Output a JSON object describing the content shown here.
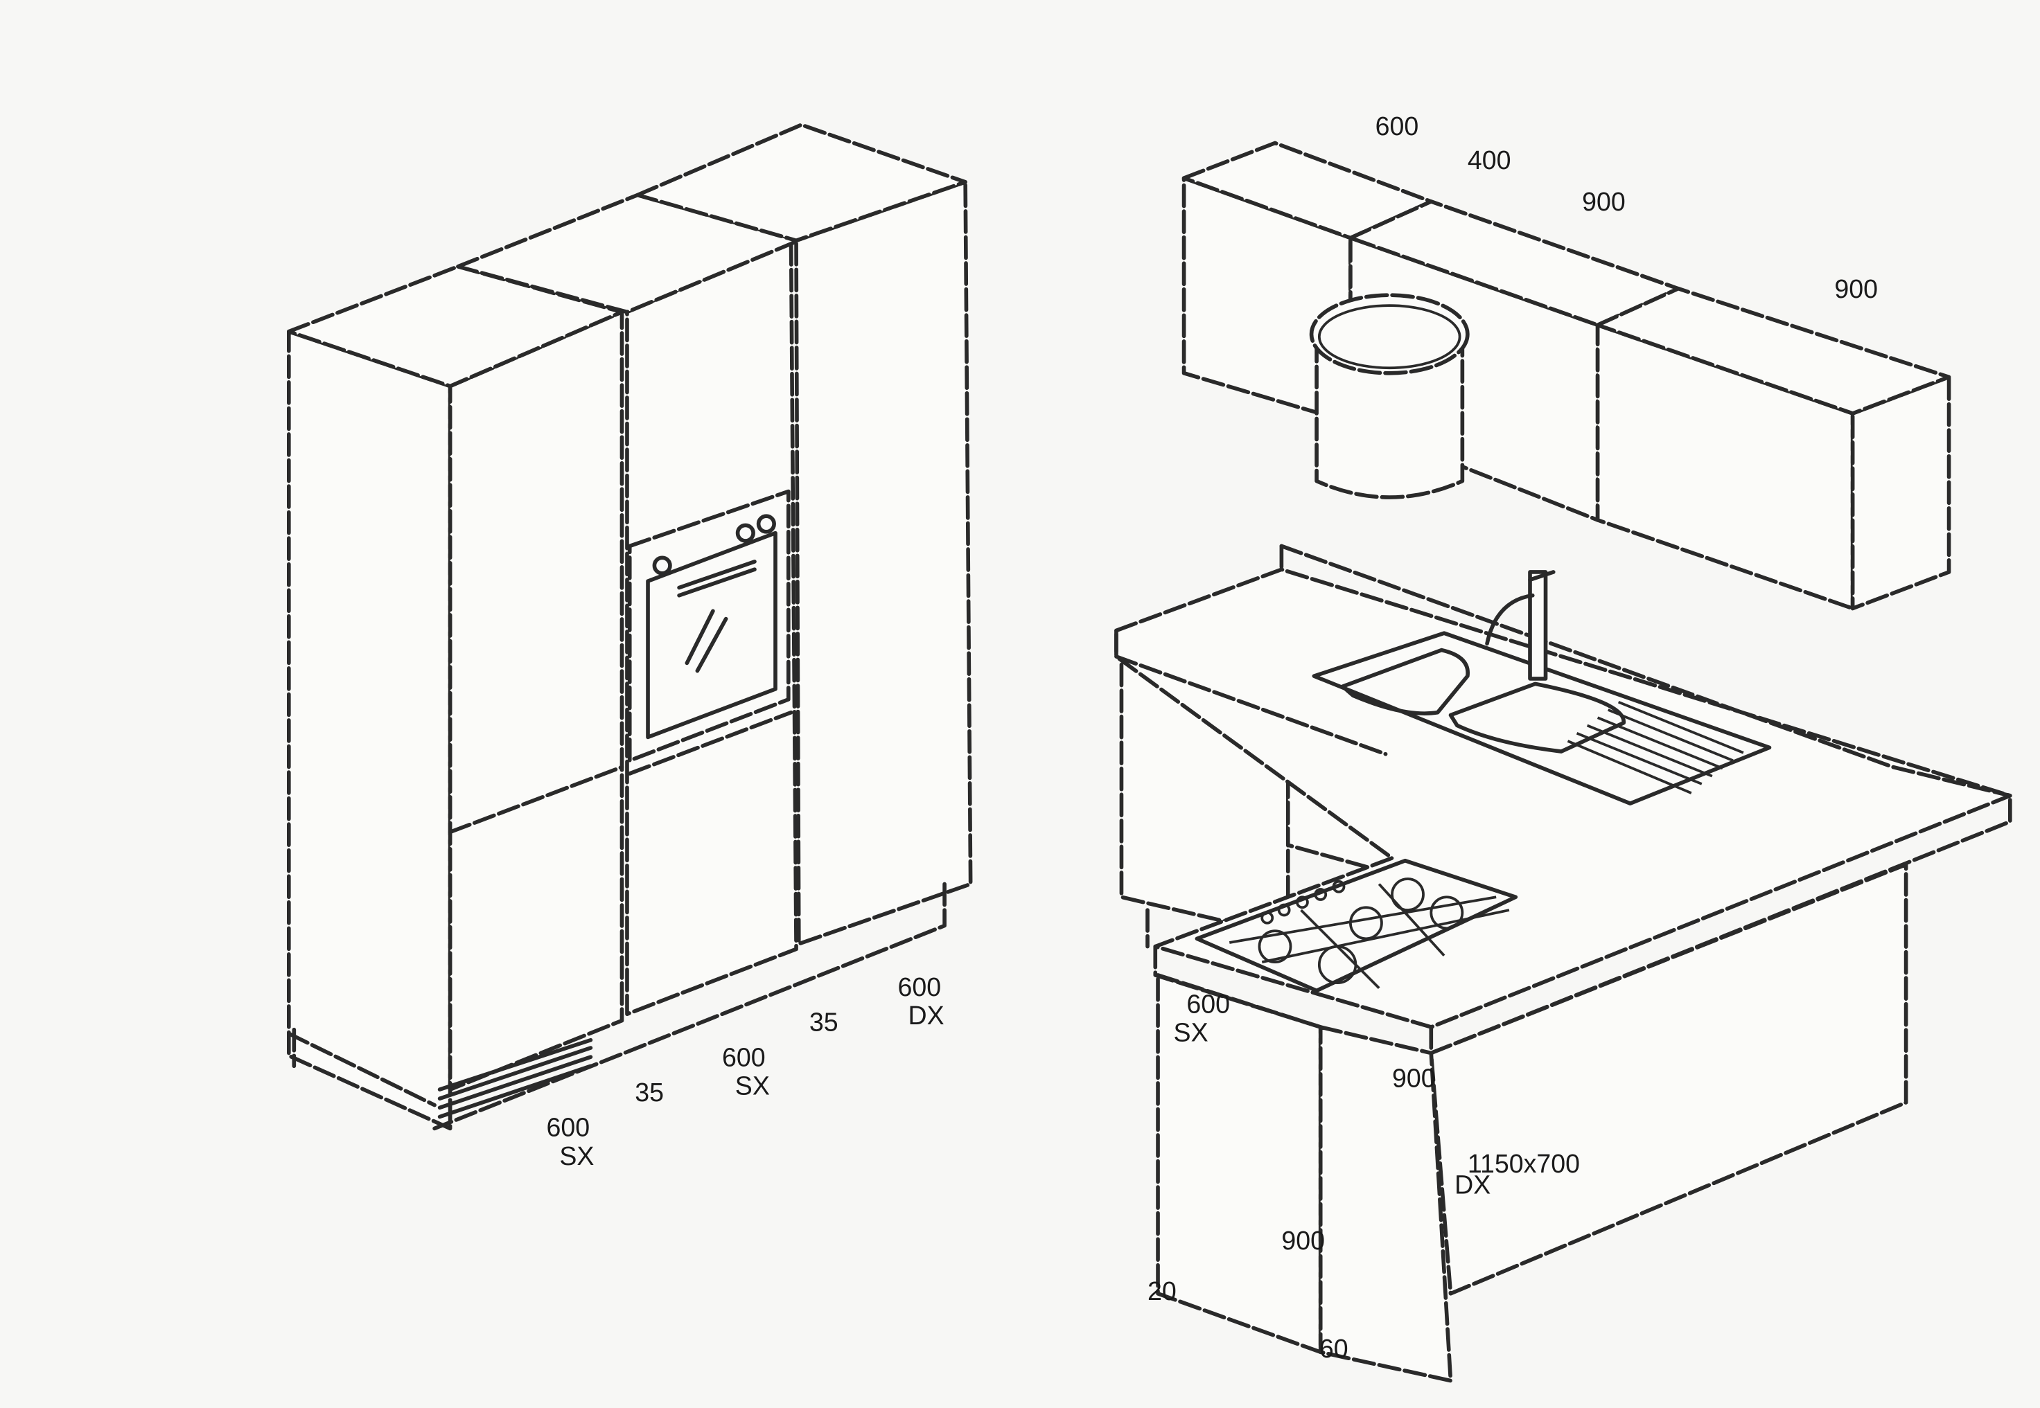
{
  "drawing": {
    "left_column": {
      "dim_1": "600",
      "side_1": "SX",
      "gap_1": "35",
      "dim_2": "600",
      "side_2": "SX",
      "gap_2": "35",
      "dim_3": "600",
      "side_3": "DX"
    },
    "wall_units": {
      "dim_a": "600",
      "dim_b": "400",
      "dim_c": "900",
      "dim_d": "900"
    },
    "base_units": {
      "corner_width": "600",
      "corner_side": "SX",
      "corner_height": "900",
      "base_height": "900",
      "base_depth": "60",
      "plinth": "20",
      "end_panel_size": "1150x700",
      "end_panel_side": "DX"
    }
  }
}
